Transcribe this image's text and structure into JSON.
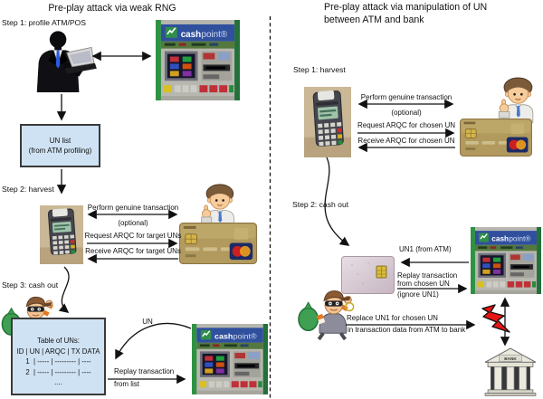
{
  "left": {
    "title": "Pre-play attack via weak RNG",
    "step1": "Step 1: profile ATM/POS",
    "step2": "Step 2: harvest",
    "step3": "Step 3: cash out",
    "un_list": {
      "line1": "UN list",
      "line2": "(from ATM profiling)"
    },
    "msg": {
      "perform": "Perform genuine transaction",
      "optional": "(optional)",
      "request": "Request ARQC for target UNs",
      "receive": "Receive ARQC for target UNs"
    },
    "un_label": "UN",
    "replay1": "Replay transaction",
    "replay2": "from list",
    "table": {
      "title": "Table of UNs:",
      "rows": [
        "ID | UN | ARQC | TX DATA",
        "1  | ----- | --------- | ----",
        "2  | ----- | --------- | ----",
        "...."
      ]
    }
  },
  "right": {
    "title1": "Pre-play attack via manipulation of UN",
    "title2": "between ATM and bank",
    "step1": "Step 1: harvest",
    "step2": "Step 2: cash out",
    "msg": {
      "perform": "Perform genuine transaction",
      "optional": "(optional)",
      "request": "Request ARQC for chosen UN",
      "receive": "Receive ARQC for chosen UN"
    },
    "un1_label": "UN1 (from ATM)",
    "replay1": "Replay transaction",
    "replay2": "from chosen UN",
    "replay3": "(ignore UN1)",
    "replace1": "Replace UN1 for chosen UN",
    "replace2": "in transaction data from ATM to bank",
    "bank_label": "BANK"
  },
  "atm": {
    "brand_bold": "cash",
    "brand_rest": "point®"
  },
  "colors": {
    "box_fill": "#cfe2f3",
    "box_border": "#3a3a3a",
    "atm_banner_blue": "#30509e",
    "atm_green": "#2f9242",
    "lightning_red": "#e81515",
    "money_bag_green": "#3f9f52",
    "gold_card": "#b29a5e",
    "blank_card_pink": "#d9c9d2"
  },
  "icons": {
    "atm": "cashpoint-atm-photo",
    "pos": "pos-terminal-photo",
    "hacker": "hacker-silhouette",
    "cardholder": "cardholder-cartoon",
    "gold_card": "emv-gold-card",
    "blank_card": "blank-pink-card",
    "burglar": "burglar-cartoon",
    "lightning": "lightning-bolt",
    "bank": "bank-building"
  }
}
